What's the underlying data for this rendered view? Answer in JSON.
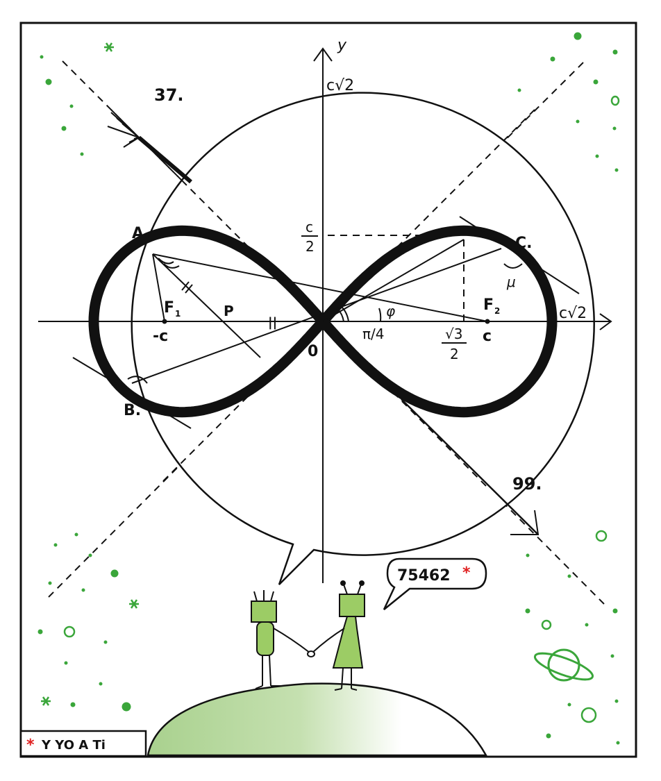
{
  "diagram": {
    "axis_labels": {
      "x_end": "c√2",
      "y_end": "y",
      "y_top": "c√2"
    },
    "origin_label": "0",
    "points": {
      "A": "A.",
      "B": "B.",
      "C": "C."
    },
    "foci": {
      "F1": "F",
      "F1_sub": "1",
      "F2": "F",
      "F2_sub": "2"
    },
    "x_ticks": {
      "neg_c": "-c",
      "pos_c": "c",
      "sqrt3_num": "√3",
      "sqrt3_den": "2"
    },
    "y_ticks": {
      "c_num": "c",
      "c_den": "2"
    },
    "angles": {
      "pi4": "π/4",
      "phi": "φ",
      "mu": "μ"
    },
    "segment_labels": {
      "p": "P",
      "equal_mark": "||"
    },
    "arrow_numbers": {
      "upper_left": "37.",
      "lower_right": "99."
    },
    "speech_bubble": {
      "text": "75462",
      "asterisk": "*"
    },
    "signature": {
      "asterisk": "*",
      "text": "Y YO A Ti"
    },
    "colors": {
      "ink": "#111111",
      "star_green": "#3aa63a",
      "planet_green": "#a9d18e",
      "robot_green": "#9ccc65",
      "asterisk_red": "#e02020"
    }
  }
}
